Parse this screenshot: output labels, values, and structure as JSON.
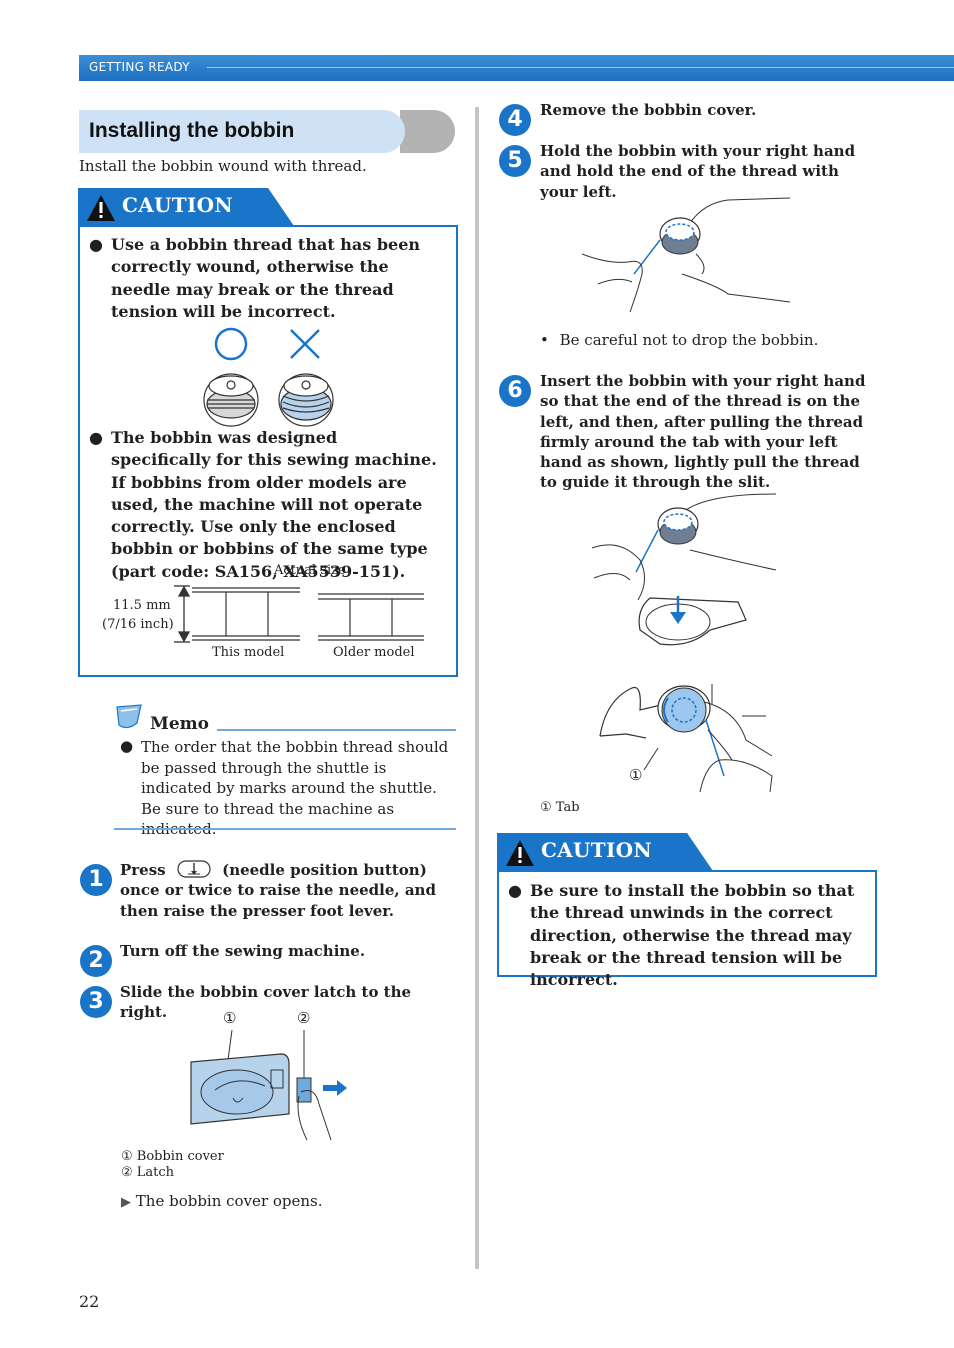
{
  "header": {
    "section": "GETTING READY"
  },
  "section": {
    "title": "Installing the bobbin",
    "intro": "Install the bobbin wound with thread."
  },
  "caution1": {
    "label": "CAUTION",
    "items": [
      "Use a bobbin thread that has been correctly wound, otherwise the needle may break or the thread tension will be incorrect.",
      "The bobbin was designed specifically for this sewing machine. If bobbins from older models are used, the machine will not operate correctly. Use only the enclosed bobbin or bobbins of the same type (part code: SA156, XA5539-151)."
    ],
    "diagram": {
      "actual_size": "Actual size",
      "height_mm": "11.5 mm",
      "height_in": "(7/16 inch)",
      "this_model": "This model",
      "older_model": "Older model"
    }
  },
  "memo": {
    "title": "Memo",
    "text": "The order that the bobbin thread should be passed through the shuttle is indicated by marks around the shuttle. Be sure to thread the machine as indicated."
  },
  "steps": [
    {
      "num": "1",
      "pre": "Press",
      "post": "(needle position button) once or twice to raise the needle, and then raise the presser foot lever."
    },
    {
      "num": "2",
      "text": "Turn off the sewing machine."
    },
    {
      "num": "3",
      "text": "Slide the bobbin cover latch to the right."
    },
    {
      "num": "4",
      "text": "Remove the bobbin cover."
    },
    {
      "num": "5",
      "text": "Hold the bobbin with your right hand and hold the end of the thread with your left."
    },
    {
      "num": "6",
      "text": "Insert the bobbin with your right hand so that the end of the thread is on the left, and then, after pulling the thread firmly around the tab with your left hand as shown, lightly pull the thread to guide it through the slit."
    }
  ],
  "step3_callouts": {
    "c1": "①",
    "c2": "②",
    "legend1": "① Bobbin cover",
    "legend2": "② Latch",
    "result": "The bobbin cover opens."
  },
  "step5_note": "Be careful not to drop the bobbin.",
  "step6_callouts": {
    "c1": "①",
    "legend1": "① Tab"
  },
  "caution2": {
    "label": "CAUTION",
    "items": [
      "Be sure to install the bobbin so that the thread unwinds in the correct direction, otherwise the thread may break or the thread tension will be incorrect."
    ]
  },
  "page_number": "22",
  "colors": {
    "accent": "#1a75c9",
    "title_bg": "#cfe2f5"
  }
}
